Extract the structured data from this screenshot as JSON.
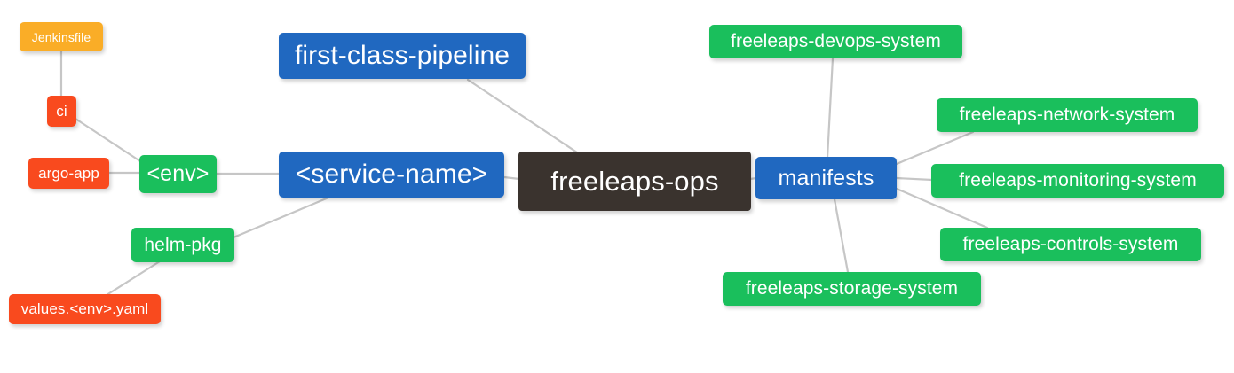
{
  "diagram": {
    "type": "mindmap",
    "title": "freeleaps-ops",
    "background": "#ffffff",
    "edge_color": "#c6c6c6"
  },
  "palette": {
    "root": "#3a332e",
    "blue": "#2068c0",
    "green": "#1abf5c",
    "orange": "#faad27",
    "red": "#f94a1e",
    "text": "#ffffff",
    "edge": "#c6c6c6"
  },
  "nodes": {
    "root": {
      "label": "freeleaps-ops"
    },
    "first_class_pipeline": {
      "label": "first-class-pipeline"
    },
    "service_name": {
      "label": "<service-name>"
    },
    "env": {
      "label": "<env>"
    },
    "ci": {
      "label": "ci"
    },
    "jenkinsfile": {
      "label": "Jenkinsfile"
    },
    "argo_app": {
      "label": "argo-app"
    },
    "helm_pkg": {
      "label": "helm-pkg"
    },
    "values_yaml": {
      "label": "values.<env>.yaml"
    },
    "manifests": {
      "label": "manifests"
    },
    "devops_system": {
      "label": "freeleaps-devops-system"
    },
    "network_system": {
      "label": "freeleaps-network-system"
    },
    "monitoring_system": {
      "label": "freeleaps-monitoring-system"
    },
    "controls_system": {
      "label": "freeleaps-controls-system"
    },
    "storage_system": {
      "label": "freeleaps-storage-system"
    }
  },
  "edges": [
    {
      "from": "first_class_pipeline",
      "to": "root"
    },
    {
      "from": "service_name",
      "to": "root"
    },
    {
      "from": "env",
      "to": "service_name"
    },
    {
      "from": "ci",
      "to": "env"
    },
    {
      "from": "jenkinsfile",
      "to": "ci"
    },
    {
      "from": "argo_app",
      "to": "env"
    },
    {
      "from": "helm_pkg",
      "to": "service_name"
    },
    {
      "from": "values_yaml",
      "to": "helm_pkg"
    },
    {
      "from": "manifests",
      "to": "root"
    },
    {
      "from": "devops_system",
      "to": "manifests"
    },
    {
      "from": "network_system",
      "to": "manifests"
    },
    {
      "from": "monitoring_system",
      "to": "manifests"
    },
    {
      "from": "controls_system",
      "to": "manifests"
    },
    {
      "from": "storage_system",
      "to": "manifests"
    }
  ]
}
